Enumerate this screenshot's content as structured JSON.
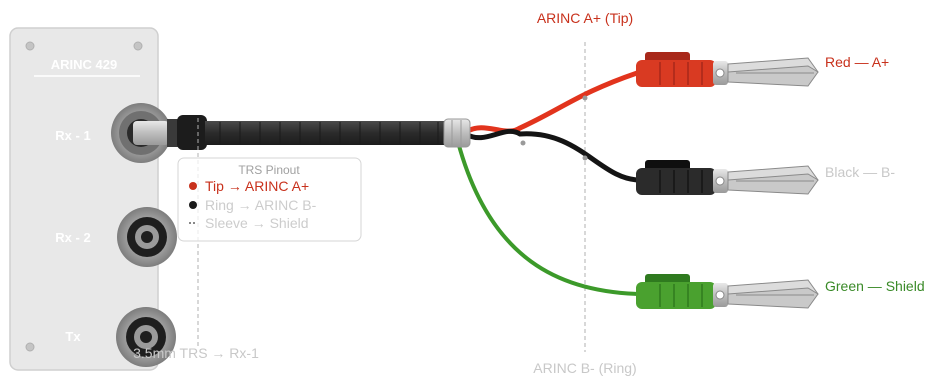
{
  "panel": {
    "title": "ARINC 429",
    "ports": [
      {
        "label": "Rx - 1"
      },
      {
        "label": "Rx - 2"
      },
      {
        "label": "Tx"
      }
    ]
  },
  "pinout": {
    "title": "TRS Pinout",
    "rows": [
      {
        "text": "Tip → ARINC A+",
        "color": "#c8311c"
      },
      {
        "text": "Ring → ARINC B-",
        "color": "#cccccc"
      },
      {
        "text": "Sleeve → Shield",
        "color": "#cccccc"
      }
    ]
  },
  "callouts": {
    "top": "ARINC A+ (Tip)",
    "bottom": "ARINC B- (Ring)",
    "plug": "3.5mm TRS → Rx-1"
  },
  "leads": [
    {
      "label": "Red — A+",
      "wire": "#e2341d",
      "body": "#d93a22",
      "dark": "#a8281a",
      "text": "#c8311c"
    },
    {
      "label": "Black — B-",
      "wire": "#1a1a1a",
      "body": "#2b2b2b",
      "dark": "#0f0f0f",
      "text": "#c8c8c8"
    },
    {
      "label": "Green — Shield",
      "wire": "#3c9a2a",
      "body": "#4aa12f",
      "dark": "#2f7a1f",
      "text": "#3a8a28"
    }
  ],
  "colors": {
    "panel": "#e6e6e6",
    "panel_border": "#cfcfcf",
    "cable": "#2e2e2e"
  }
}
